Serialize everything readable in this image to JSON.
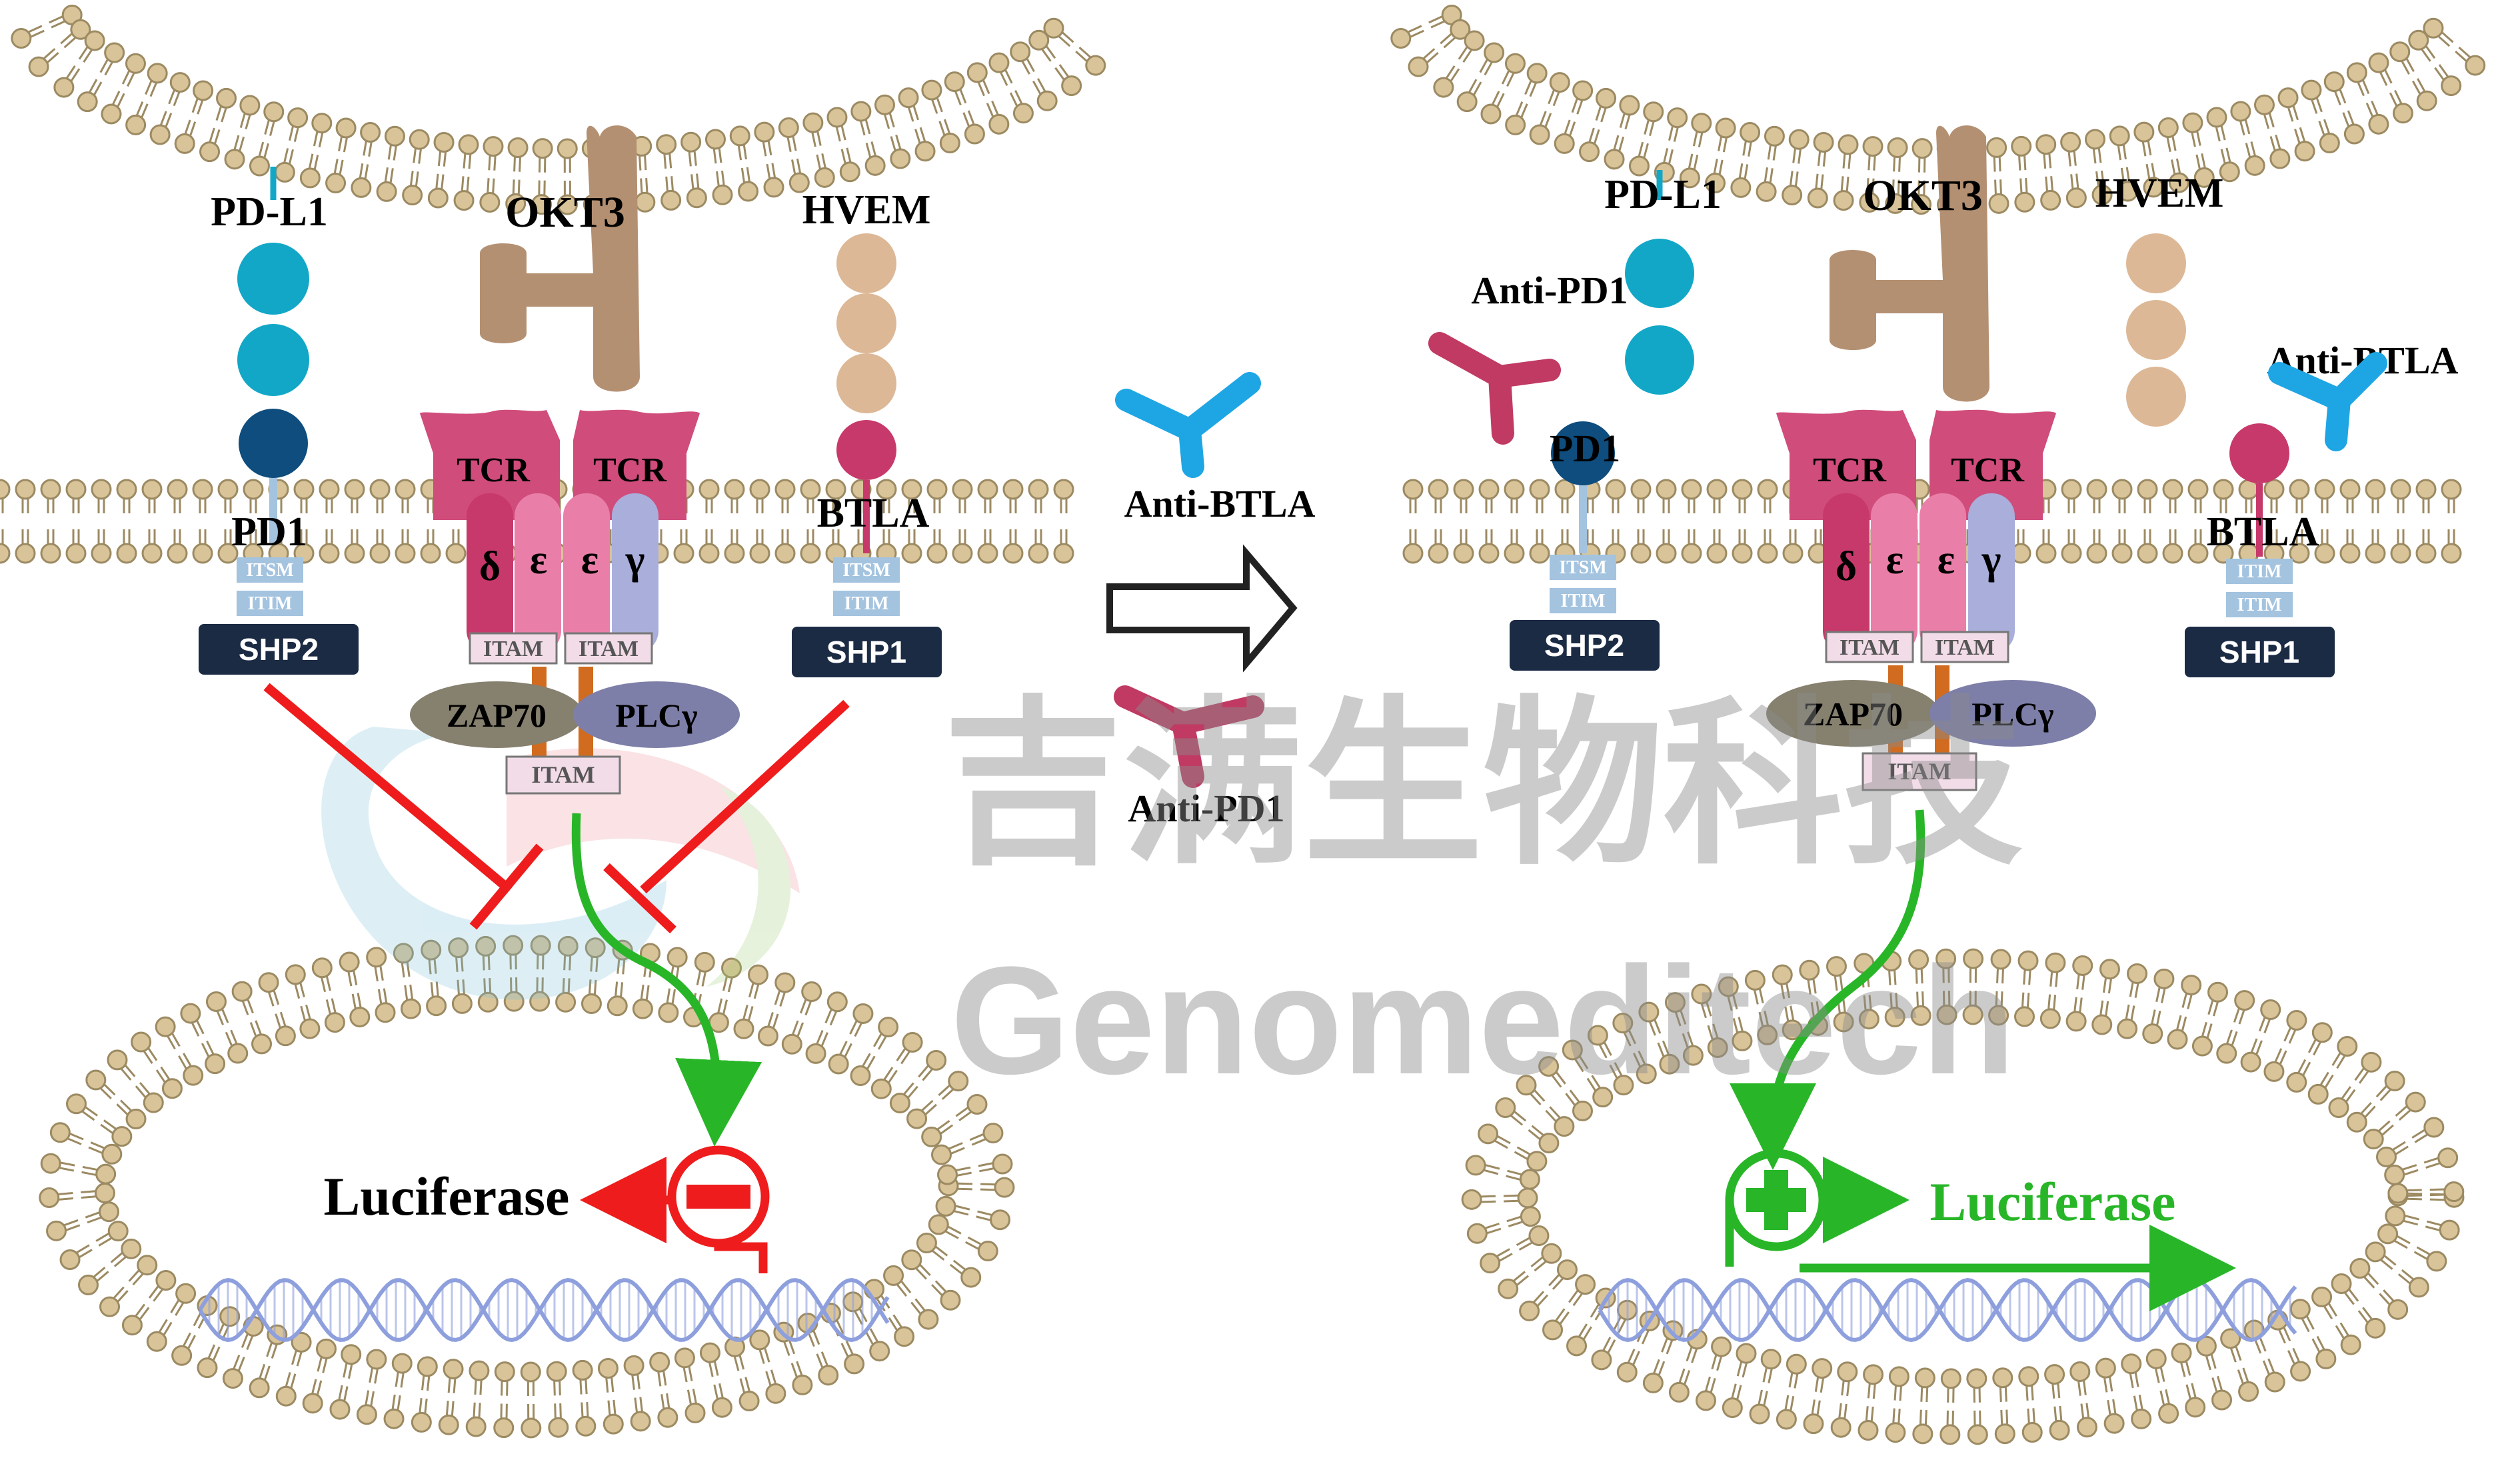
{
  "left_panel": {
    "ligand_pdl1": "PD-L1",
    "ligand_okt3": "OKT3",
    "ligand_hvem": "HVEM",
    "receptor_pd1": "PD1",
    "receptor_btla": "BTLA",
    "tcr_left": "TCR",
    "tcr_right": "TCR",
    "chain_delta": "δ",
    "chain_epsilon_1": "ε",
    "chain_epsilon_2": "ε",
    "chain_gamma": "γ",
    "itam_left": "ITAM",
    "itam_right": "ITAM",
    "itam_lower": "ITAM",
    "zap70": "ZAP70",
    "plcg": "PLCγ",
    "pd1_itsm": "ITSM",
    "pd1_itim": "ITIM",
    "btla_itsm": "ITSM",
    "btla_itim": "ITIM",
    "shp2": "SHP2",
    "shp1": "SHP1",
    "reporter": "Luciferase"
  },
  "middle": {
    "anti_btla": "Anti-BTLA",
    "anti_pd1": "Anti-PD1"
  },
  "right_panel": {
    "ligand_pdl1": "PD-L1",
    "ligand_okt3": "OKT3",
    "ligand_hvem": "HVEM",
    "anti_pd1": "Anti-PD1",
    "anti_btla": "Anti-BTLA",
    "receptor_pd1": "PD1",
    "receptor_btla": "BTLA",
    "tcr_left": "TCR",
    "tcr_right": "TCR",
    "chain_delta": "δ",
    "chain_epsilon_1": "ε",
    "chain_epsilon_2": "ε",
    "chain_gamma": "γ",
    "itam_left": "ITAM",
    "itam_right": "ITAM",
    "itam_lower": "ITAM",
    "zap70": "ZAP70",
    "plcg": "PLCγ",
    "pd1_itsm": "ITSM",
    "pd1_itim": "ITIM",
    "btla_itsm": "ITIM",
    "btla_itim": "ITIM",
    "shp2": "SHP2",
    "shp1": "SHP1",
    "reporter": "Luciferase"
  },
  "watermark": {
    "chinese": "吉满生物科技",
    "latin": "Genomeditech"
  },
  "colors": {
    "lipid_head": "#D9C49A",
    "lipid_outline": "#9C8A62",
    "pdl1": "#12A7C7",
    "pd1_head": "#0E4D7D",
    "hvem": "#DDB896",
    "btla_head": "#C7396A",
    "okt3": "#B49072",
    "tcr": "#D04C7B",
    "chain_delta": "#C7396A",
    "chain_epsilon": "#E97FA8",
    "chain_gamma": "#A9AEDB",
    "zap70": "#86806E",
    "plcg": "#7D7FA8",
    "shp_box": "#1C2B44",
    "anti_btla": "#1EA6E4",
    "anti_pd1": "#C03A63",
    "inhibit": "#EE1C1C",
    "activate": "#28B628",
    "dna": "#8E9FDD"
  }
}
